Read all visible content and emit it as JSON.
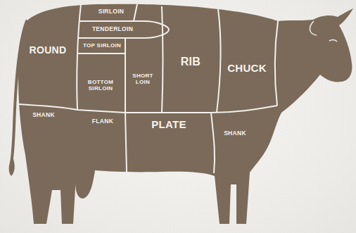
{
  "diagram": {
    "labels": [
      "SIRLOIN",
      "TENDERLOIN",
      "ROUND",
      "TOP SIRLOIN",
      "RIB",
      "CHUCK",
      "SHORT LOIN",
      "BOTTOM SIRLOIN",
      "SHANK",
      "FLANK",
      "PLATE",
      "SHANK"
    ]
  }
}
